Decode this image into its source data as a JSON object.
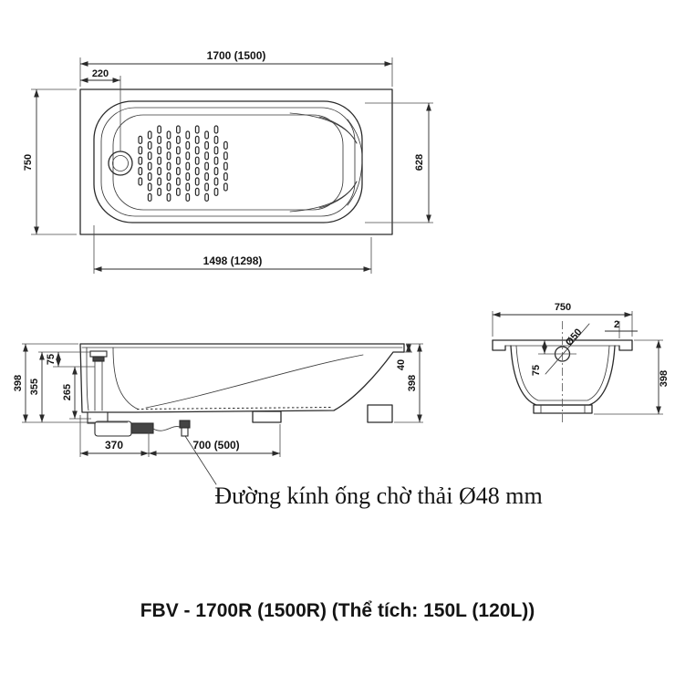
{
  "title": "FBV - 1700R (1500R) (Thể tích: 150L (120L))",
  "note": "Đường kính ống chờ thải Ø48 mm",
  "colors": {
    "line": "#2b2b2b",
    "background": "#ffffff"
  },
  "top_view": {
    "label": "plan-view",
    "dims": {
      "overall_length": "1700 (1500)",
      "drain_offset": "220",
      "overall_width": "750",
      "inner_width": "628",
      "inner_length": "1498 (1298)"
    }
  },
  "side_view": {
    "label": "side-section-view",
    "dims": {
      "overall_height": "398",
      "inner_height": "355",
      "overflow_drop": "75",
      "wall_height": "265",
      "rim_ledge": "40",
      "right_height": "398",
      "drain_offset": "370",
      "waste_offset": "700 (500)"
    }
  },
  "end_view": {
    "label": "end-section-view",
    "dims": {
      "overall_width": "750",
      "rim_thickness": "2",
      "overflow_diameter": "Ø50",
      "overflow_drop": "75",
      "overall_height": "398"
    }
  }
}
